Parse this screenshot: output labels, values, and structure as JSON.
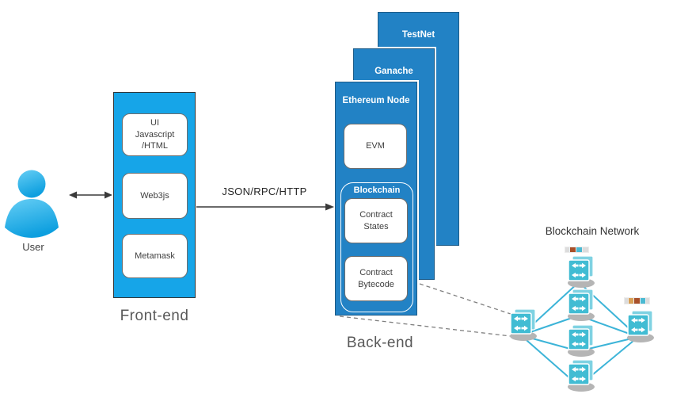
{
  "diagram_title": "",
  "user": {
    "label": "User"
  },
  "frontend": {
    "label": "Front-end",
    "modules": {
      "ui": "UI\nJavascript\n/HTML",
      "web3js": "Web3js",
      "metamask": "Metamask"
    }
  },
  "connection": {
    "label": "JSON/RPC/HTTP"
  },
  "backend": {
    "label": "Back-end",
    "layers": {
      "testnet": "TestNet",
      "ganache": "Ganache",
      "ethereum_node": "Ethereum Node"
    },
    "evm": "EVM",
    "blockchain": {
      "label": "Blockchain",
      "contract_states": "Contract\nStates",
      "contract_bytecode": "Contract\nBytecode"
    }
  },
  "network": {
    "label": "Blockchain Network",
    "node_count": 6,
    "activity_bar_top_colors": [
      "#dcdcdc",
      "#a8502a",
      "#4ab9d2",
      "#dcdcdc"
    ],
    "activity_bar_right_colors": [
      "#dcdcdc",
      "#d9a055",
      "#a8502a",
      "#4ab9d2",
      "#dcdcdc"
    ]
  },
  "colors": {
    "frontend_fill": "#16a5e8",
    "backend_fill": "#2282c5",
    "backend_border": "#1d5b87",
    "node_teal": "#41bcd3",
    "node_teal_light": "#7fd2e2",
    "connector_cyan": "#3cb4d8",
    "arrow_dark": "#3a3a3a",
    "dashed_gray": "#7f7f7f",
    "label_gray": "#595959",
    "user_icon_blue": "#12a3e4"
  }
}
